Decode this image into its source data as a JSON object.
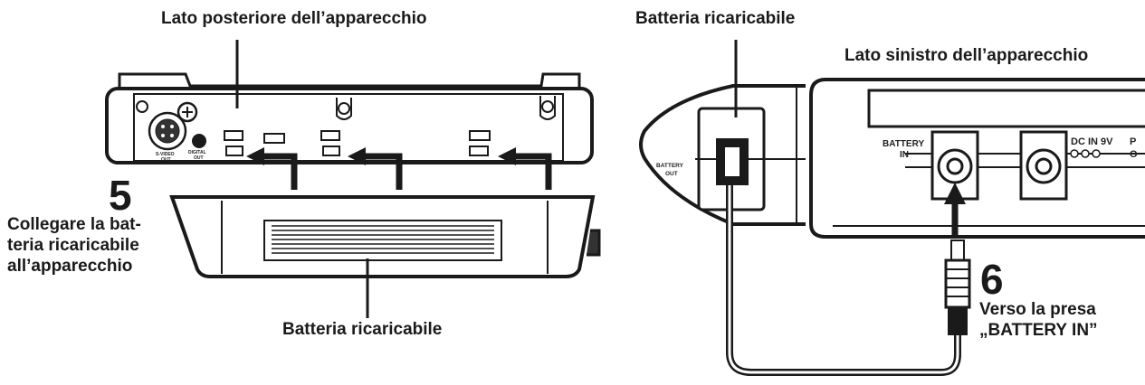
{
  "left_panel": {
    "title": "Lato posteriore dell’apparecchio",
    "step_number": "5",
    "step_lines": [
      "Collegare la bat-",
      "teria ricaricabile",
      "all’apparecchio"
    ],
    "battery_label": "Batteria ricaricabile",
    "port_labels": {
      "s_video": "S-VIDEO",
      "out": "OUT",
      "digital": "DIGITAL",
      "digital_out": "OUT"
    }
  },
  "right_panel": {
    "battery_label": "Batteria ricaricabile",
    "side_label": "Lato sinistro dell’apparecchio",
    "step_number": "6",
    "step_lines": [
      "Verso la presa",
      "„BATTERY IN”"
    ],
    "port_labels": {
      "battery_in_1": "BATTERY",
      "battery_in_2": "IN",
      "battery_out_1": "BATTERY",
      "battery_out_2": "OUT",
      "dc_in": "DC IN 9V",
      "power_cut": "P",
      "power_cut_2": "O"
    }
  }
}
